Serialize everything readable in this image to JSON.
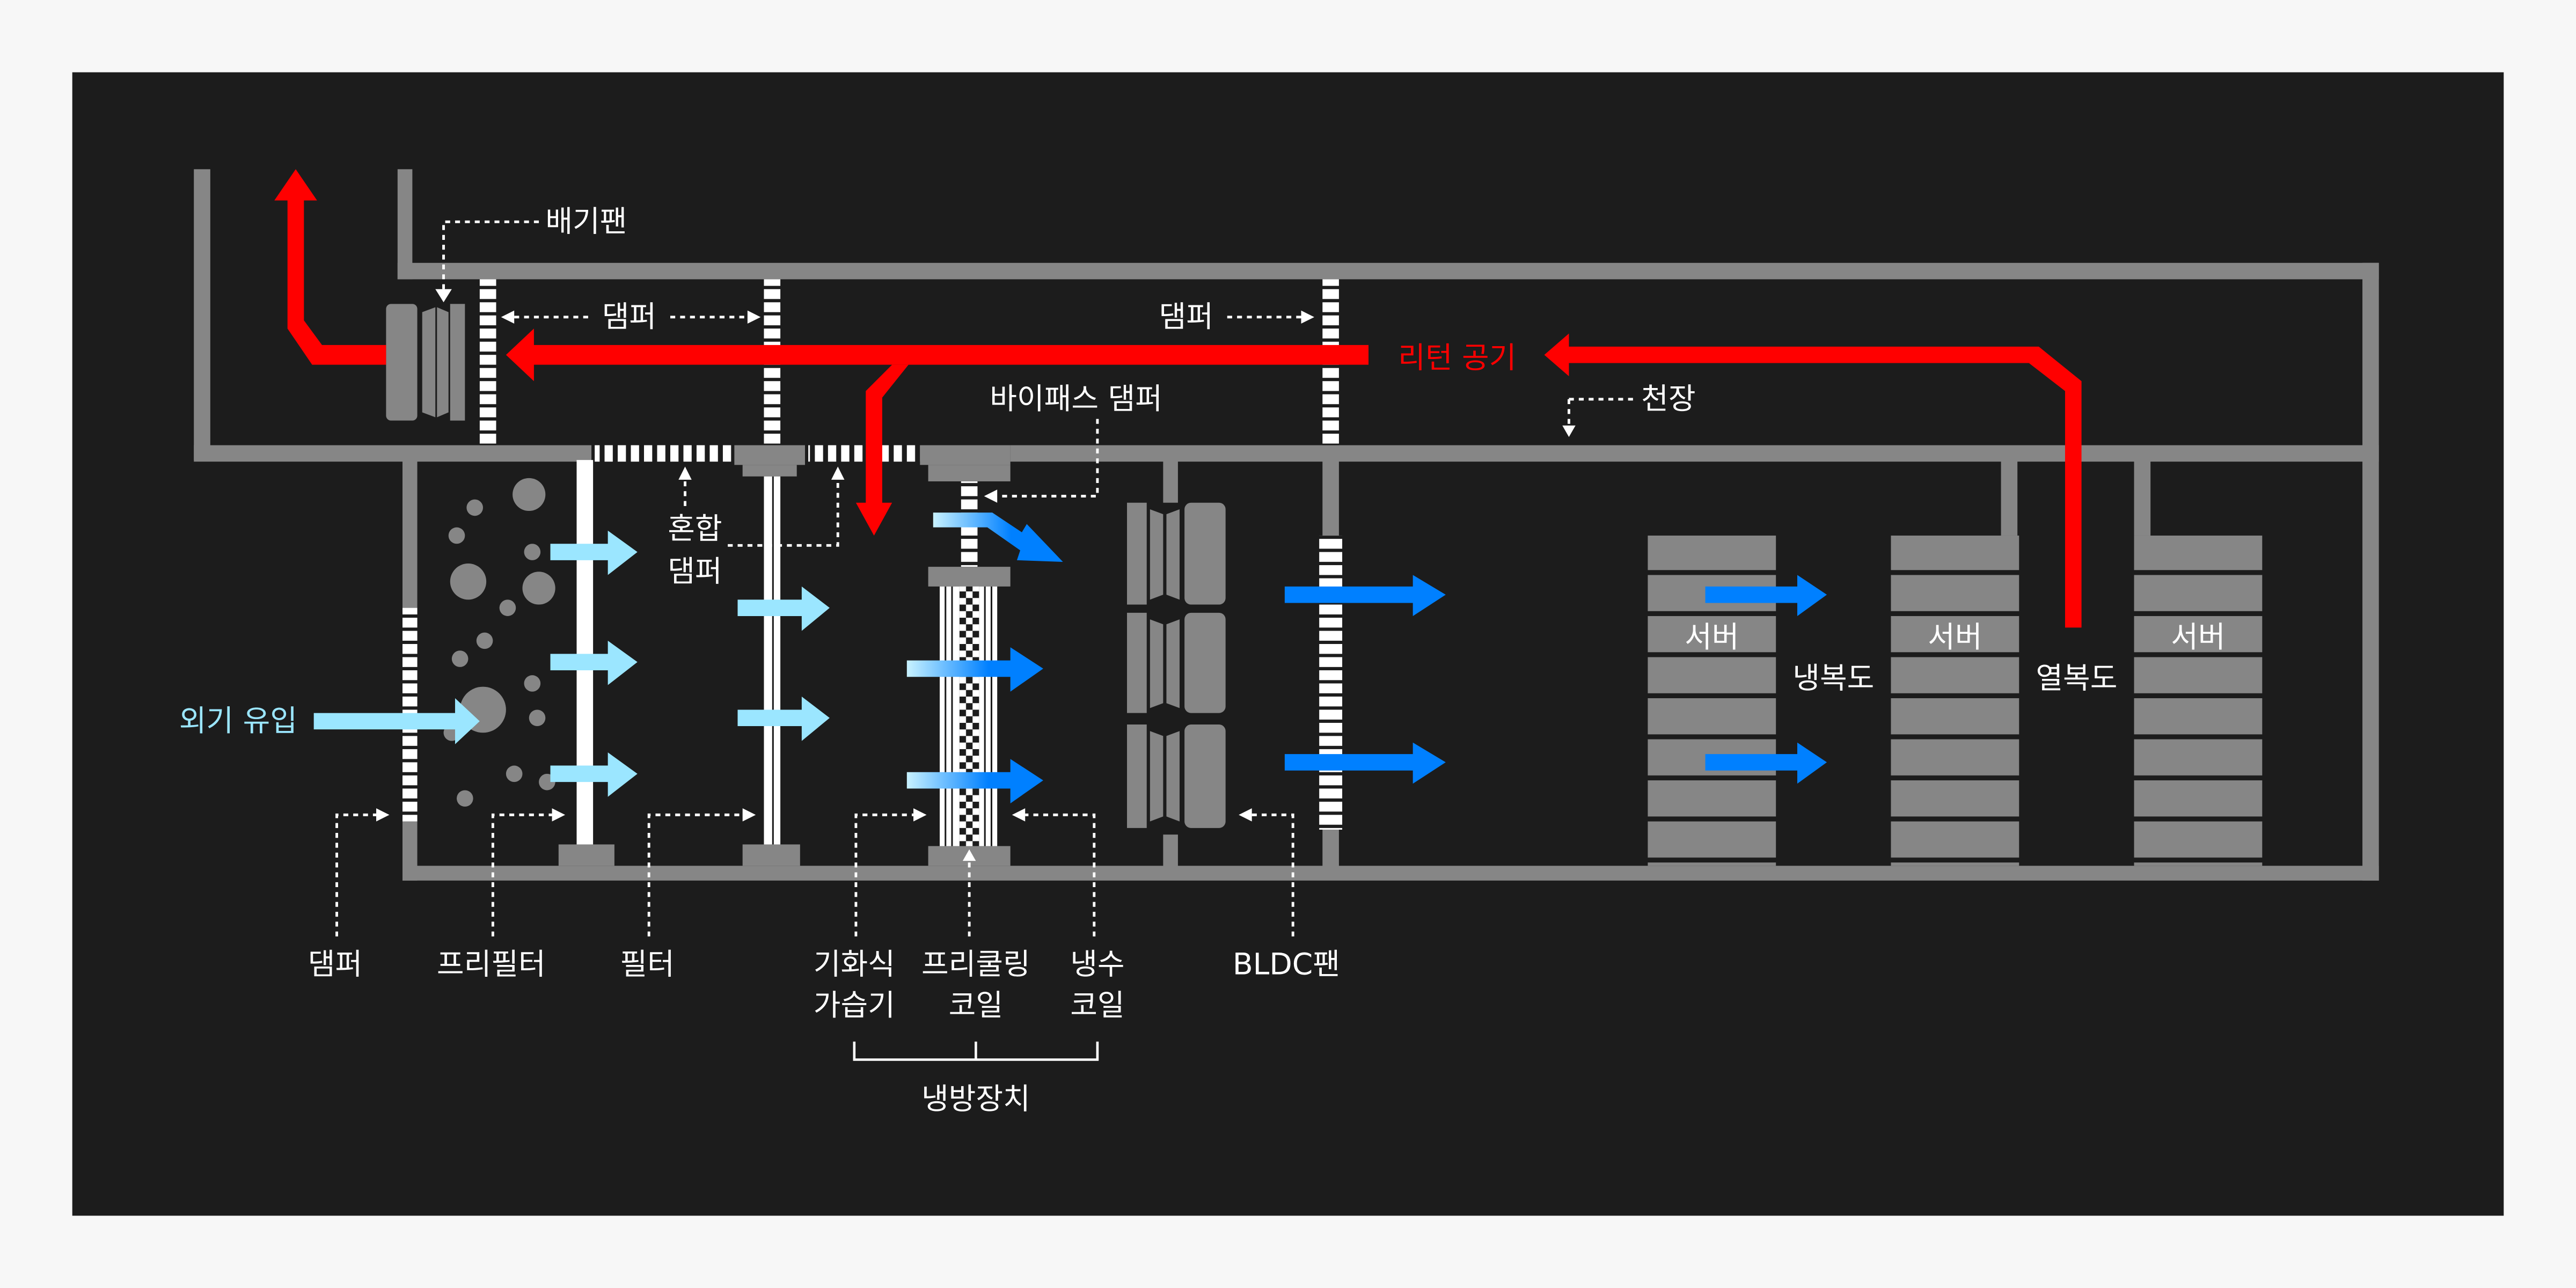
{
  "title_labels": {
    "exhaust_fan": "배기팬",
    "damper_top_left": "댐퍼",
    "damper_top_right": "댐퍼",
    "return_air": "리턴 공기",
    "bypass_damper": "바이패스 댐퍼",
    "ceiling": "천장",
    "mixing_damper_1": "혼합",
    "mixing_damper_2": "댐퍼",
    "outside_air_intake": "외기 유입",
    "server_1": "서버",
    "server_2": "서버",
    "server_3": "서버",
    "cold_aisle": "냉복도",
    "hot_aisle": "열복도"
  },
  "bottom_labels": {
    "damper": "댐퍼",
    "prefilter": "프리필터",
    "filter": "필터",
    "humidifier_1": "기화식",
    "humidifier_2": "가습기",
    "precooling_coil_1": "프리쿨링",
    "precooling_coil_2": "코일",
    "chilled_water_coil_1": "냉수",
    "chilled_water_coil_2": "코일",
    "bldc_fan": "BLDC팬",
    "cooling_unit": "냉방장치"
  },
  "colors": {
    "background": "#1c1c1c",
    "wall": "#868686",
    "return_air": "#ff0000",
    "outside_air": "#9be6ff",
    "cooled_air": "#0080ff"
  }
}
